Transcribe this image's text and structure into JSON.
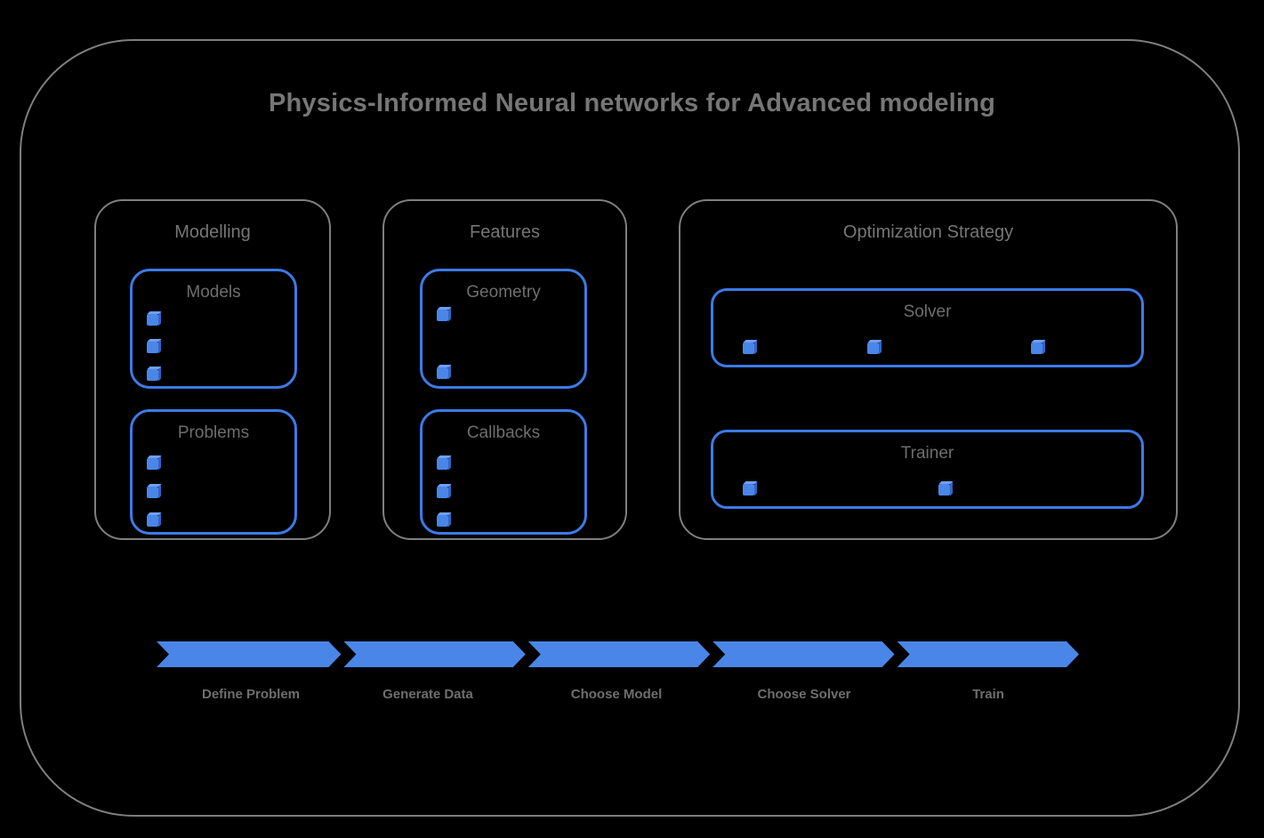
{
  "diagram": {
    "title": "Physics-Informed Neural networks for Advanced modeling",
    "background_color": "#000000",
    "frame_stroke_color": "#7f7f7f",
    "accent_color": "#4a86e8",
    "text_color": "#6e6e6e"
  },
  "groups": [
    {
      "id": "modelling",
      "title": "Modelling",
      "boxes": [
        {
          "id": "models",
          "title": "Models",
          "bullet_count": 3,
          "bullet_layout": "column"
        },
        {
          "id": "problems",
          "title": "Problems",
          "bullet_count": 3,
          "bullet_layout": "column"
        }
      ]
    },
    {
      "id": "features",
      "title": "Features",
      "boxes": [
        {
          "id": "geometry",
          "title": "Geometry",
          "bullet_count": 2,
          "bullet_layout": "column-spread"
        },
        {
          "id": "callbacks",
          "title": "Callbacks",
          "bullet_count": 3,
          "bullet_layout": "column"
        }
      ]
    },
    {
      "id": "optimization-strategy",
      "title": "Optimization Strategy",
      "boxes": [
        {
          "id": "solver",
          "title": "Solver",
          "bullet_count": 3,
          "bullet_layout": "row"
        },
        {
          "id": "trainer",
          "title": "Trainer",
          "bullet_count": 2,
          "bullet_layout": "row"
        }
      ]
    }
  ],
  "pipeline": {
    "arrow_color": "#4a86e8",
    "steps": [
      {
        "label": "Define Problem"
      },
      {
        "label": "Generate Data"
      },
      {
        "label": "Choose Model"
      },
      {
        "label": "Choose Solver"
      },
      {
        "label": "Train"
      }
    ]
  }
}
